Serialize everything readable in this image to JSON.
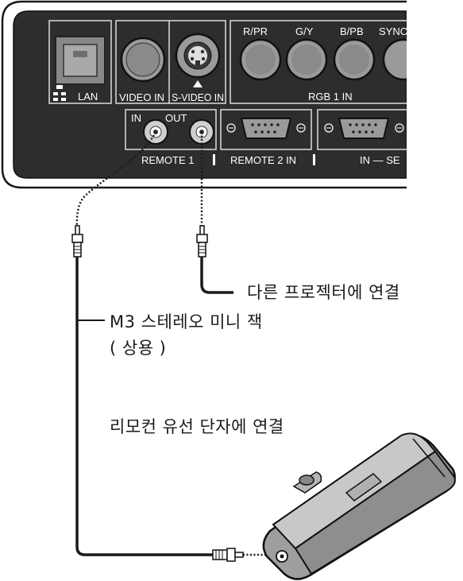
{
  "panel": {
    "ports": {
      "lan": "LAN",
      "video_in": "VIDEO IN",
      "s_video_in": "S-VIDEO IN",
      "rgb_labels": [
        "R/PR",
        "G/Y",
        "B/PB",
        "SYNC"
      ],
      "rgb_group": "RGB 1 IN",
      "remote1_in": "IN",
      "remote1_out": "OUT",
      "remote1": "REMOTE 1",
      "remote2_in": "REMOTE 2 IN",
      "serial": "IN — SE"
    }
  },
  "callouts": {
    "connect_other_projector": "다른 프로젝터에 연결",
    "cable_line1": "M3 스테레오 미니 잭",
    "cable_line2": "( 상용 )",
    "connect_remote": "리모컨 유선 단자에 연결"
  }
}
